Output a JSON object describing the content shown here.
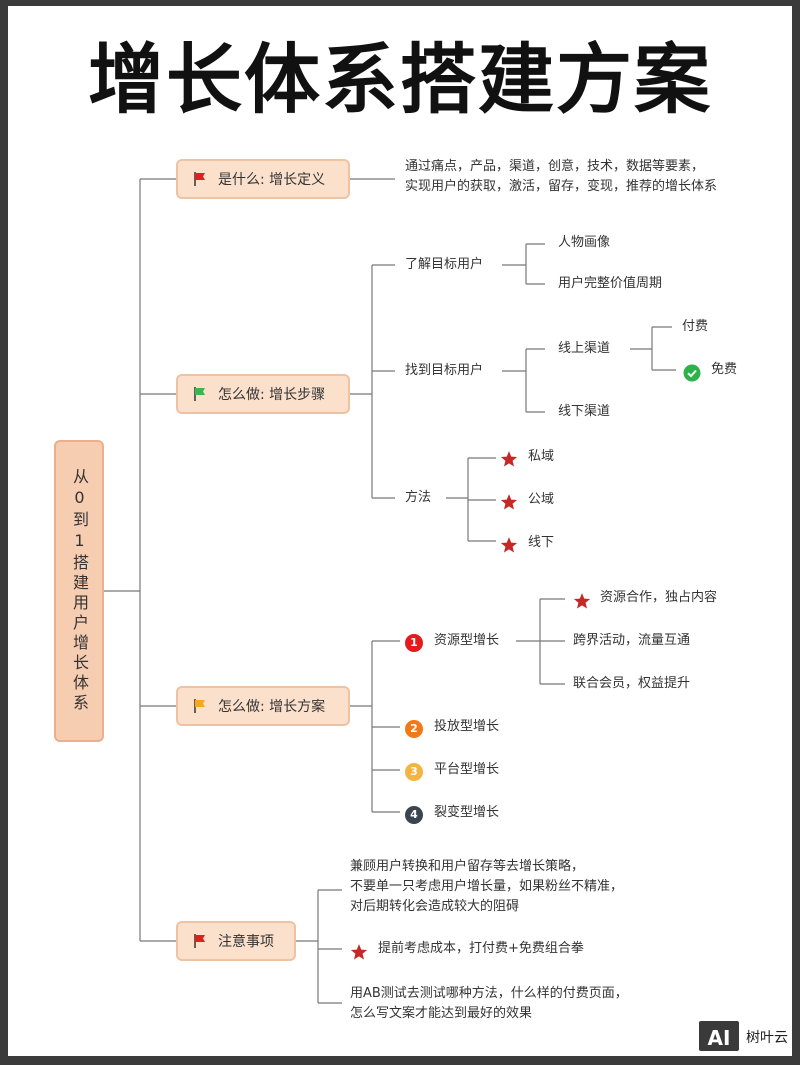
{
  "title": "增长体系搭建方案",
  "root": {
    "label": "从0到1搭建用户增长体系"
  },
  "branches": [
    {
      "label": "是什么: 增长定义",
      "flag_color": "#e02020",
      "desc": [
        "通过痛点，产品，渠道，创意，技术，数据等要素，",
        "实现用户的获取，激活，留存，变现，推荐的增长体系"
      ]
    },
    {
      "label": "怎么做: 增长步骤",
      "flag_color": "#3fb34f",
      "children": [
        {
          "label": "了解目标用户",
          "children": [
            "人物画像",
            "用户完整价值周期"
          ]
        },
        {
          "label": "找到目标用户",
          "children": [
            {
              "label": "线上渠道",
              "children": [
                "付费",
                "免费"
              ]
            },
            {
              "label": "线下渠道"
            }
          ]
        },
        {
          "label": "方法",
          "children": [
            "私域",
            "公域",
            "线下"
          ]
        }
      ]
    },
    {
      "label": "怎么做: 增长方案",
      "flag_color": "#f5a623",
      "children": [
        {
          "number": "1",
          "label": "资源型增长",
          "children": [
            "资源合作，独占内容",
            "跨界活动，流量互通",
            "联合会员，权益提升"
          ]
        },
        {
          "number": "2",
          "label": "投放型增长"
        },
        {
          "number": "3",
          "label": "平台型增长"
        },
        {
          "number": "4",
          "label": "裂变型增长"
        }
      ]
    },
    {
      "label": "注意事项",
      "flag_color": "#e02020",
      "children": [
        [
          "兼顾用户转换和用户留存等去增长策略，",
          "不要单一只考虑用户增长量，如果粉丝不精准，",
          "对后期转化会造成较大的阻碍"
        ],
        [
          "提前考虑成本，打付费+免费组合拳"
        ],
        [
          "用AB测试去测试哪种方法，什么样的付费页面，",
          "怎么写文案才能达到最好的效果"
        ]
      ]
    }
  ],
  "colors": {
    "star": "#c62828",
    "check": "#2db24a",
    "num1": "#e31b1b",
    "num2": "#f07a1a",
    "num3": "#f5b342",
    "num4": "#3a4552",
    "line": "#777777"
  },
  "watermark": {
    "logo": "AI",
    "text": "树叶云"
  }
}
